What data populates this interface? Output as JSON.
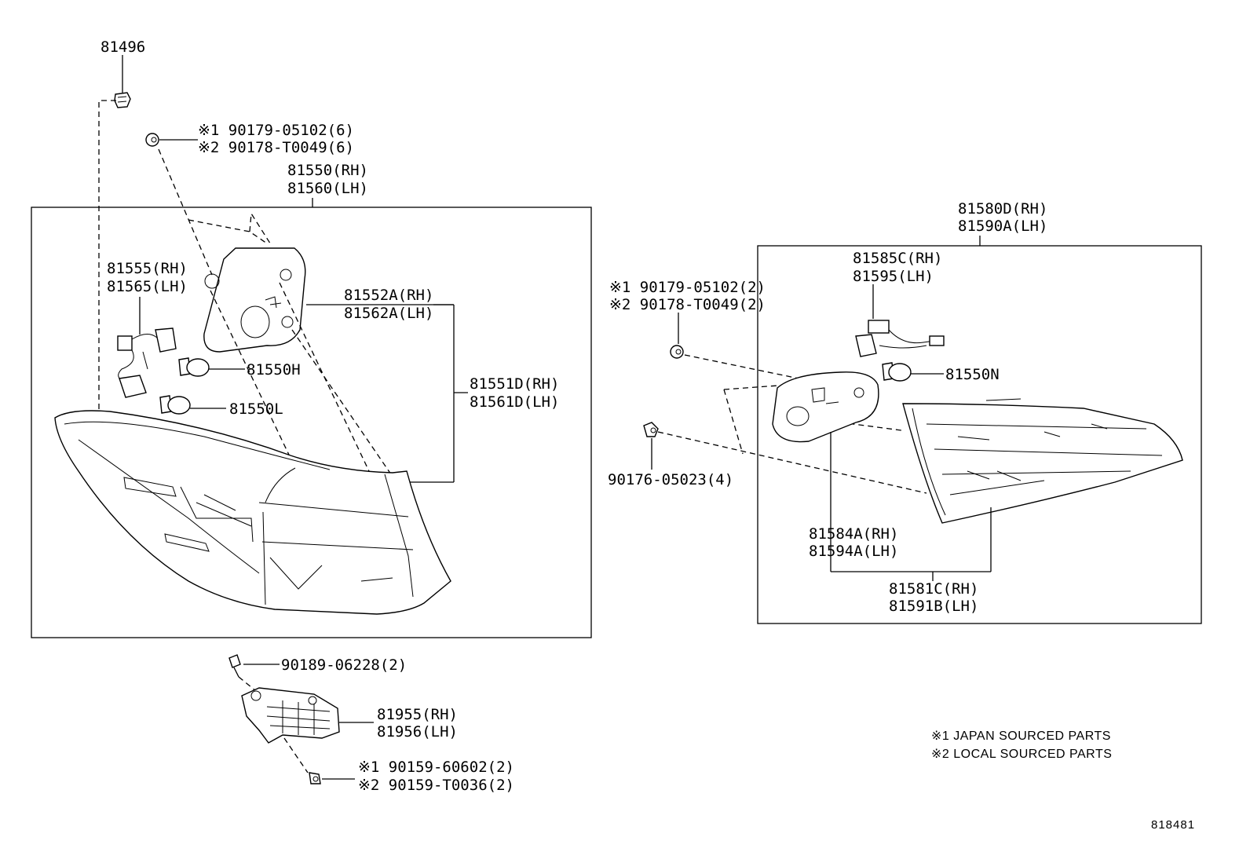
{
  "labels": {
    "p81496": "81496",
    "clip_top_1": "※1 90179-05102(6)",
    "clip_top_2": "※2 90178-T0049(6)",
    "assy_l_rh": "81550(RH)",
    "assy_l_lh": "81560(LH)",
    "socket_rh": "81555(RH)",
    "socket_lh": "81565(LH)",
    "gasket_l_rh": "81552A(RH)",
    "gasket_l_lh": "81562A(LH)",
    "bulb_h": "81550H",
    "bulb_l": "81550L",
    "lens_l_rh": "81551D(RH)",
    "lens_l_lh": "81561D(LH)",
    "screw_mid": "90189-06228(2)",
    "bracket_rh": "81955(RH)",
    "bracket_lh": "81956(LH)",
    "screw_bot_1": "※1 90159-60602(2)",
    "screw_bot_2": "※2 90159-T0036(2)",
    "assy_r_rh": "81580D(RH)",
    "assy_r_lh": "81590A(LH)",
    "socket_r_rh": "81585C(RH)",
    "socket_r_lh": "81595(LH)",
    "clip_r_1": "※1 90179-05102(2)",
    "clip_r_2": "※2 90178-T0049(2)",
    "bulb_n": "81550N",
    "clip_r3": "90176-05023(4)",
    "gasket_r_rh": "81584A(RH)",
    "gasket_r_lh": "81594A(LH)",
    "lens_r_rh": "81581C(RH)",
    "lens_r_lh": "81591B(LH)"
  },
  "notes": {
    "n1": "※1 JAPAN SOURCED PARTS",
    "n2": "※2 LOCAL SOURCED PARTS"
  },
  "ref_number": "818481"
}
